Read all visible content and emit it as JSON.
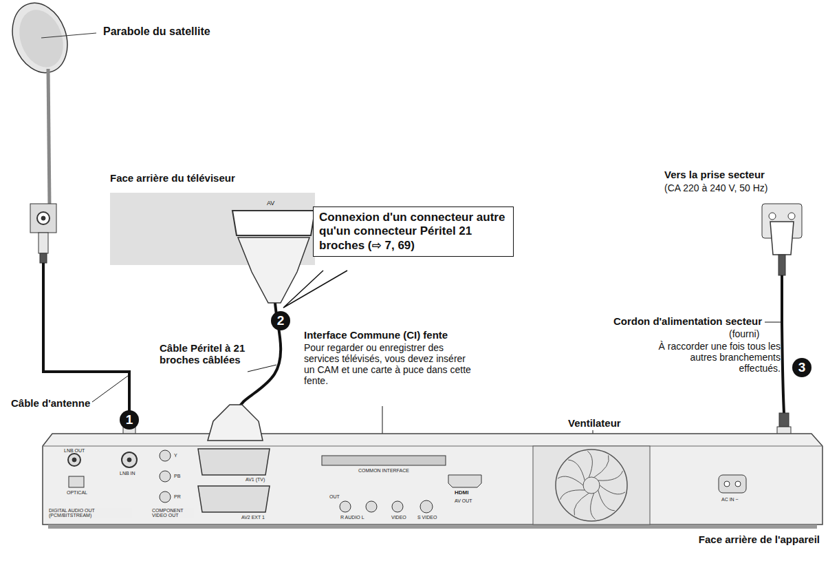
{
  "diagram": {
    "nodes": [
      {
        "text": [
          "Face arrière du téléviseur",
          "AV"
        ]
      },
      {
        "text": [
          "Connexion d'un connecteur autre qu'un connecteur Péritel 21 broches (⇨ 7, 69)"
        ]
      },
      {
        "text": [
          "Face arrière de l'appareil"
        ]
      }
    ],
    "edges": [
      {
        "from": 0,
        "to": 2,
        "arrow": "none"
      }
    ],
    "labels": [
      "Parabole du satellite",
      "Câble d'antenne",
      "1",
      "Câble Péritel à 21 broches câblées",
      "2",
      "Interface Commune (CI) fente",
      "Pour regarder ou enregistrer des services télévisés, vous devez insérer un CAM et une carte à puce dans cette fente.",
      "Ventilateur",
      "Vers la prise secteur",
      "(CA 220 à 240 V, 50 Hz)",
      "Cordon d'alimentation secteur",
      "(fourni)",
      "À raccorder une fois tous les autres branchements effectués.",
      "3",
      "LNB OUT",
      "LNB IN",
      "Y",
      "PB",
      "PR",
      "OPTICAL",
      "DIGITAL AUDIO OUT (PCM/BITSTREAM)",
      "COMPONENT VIDEO OUT",
      "AV1 (TV)",
      "AV2 EXT 1",
      "COMMON INTERFACE",
      "OUT",
      "R AUDIO L",
      "VIDEO",
      "S VIDEO",
      "HDMI",
      "AV OUT",
      "AC IN ~"
    ]
  }
}
